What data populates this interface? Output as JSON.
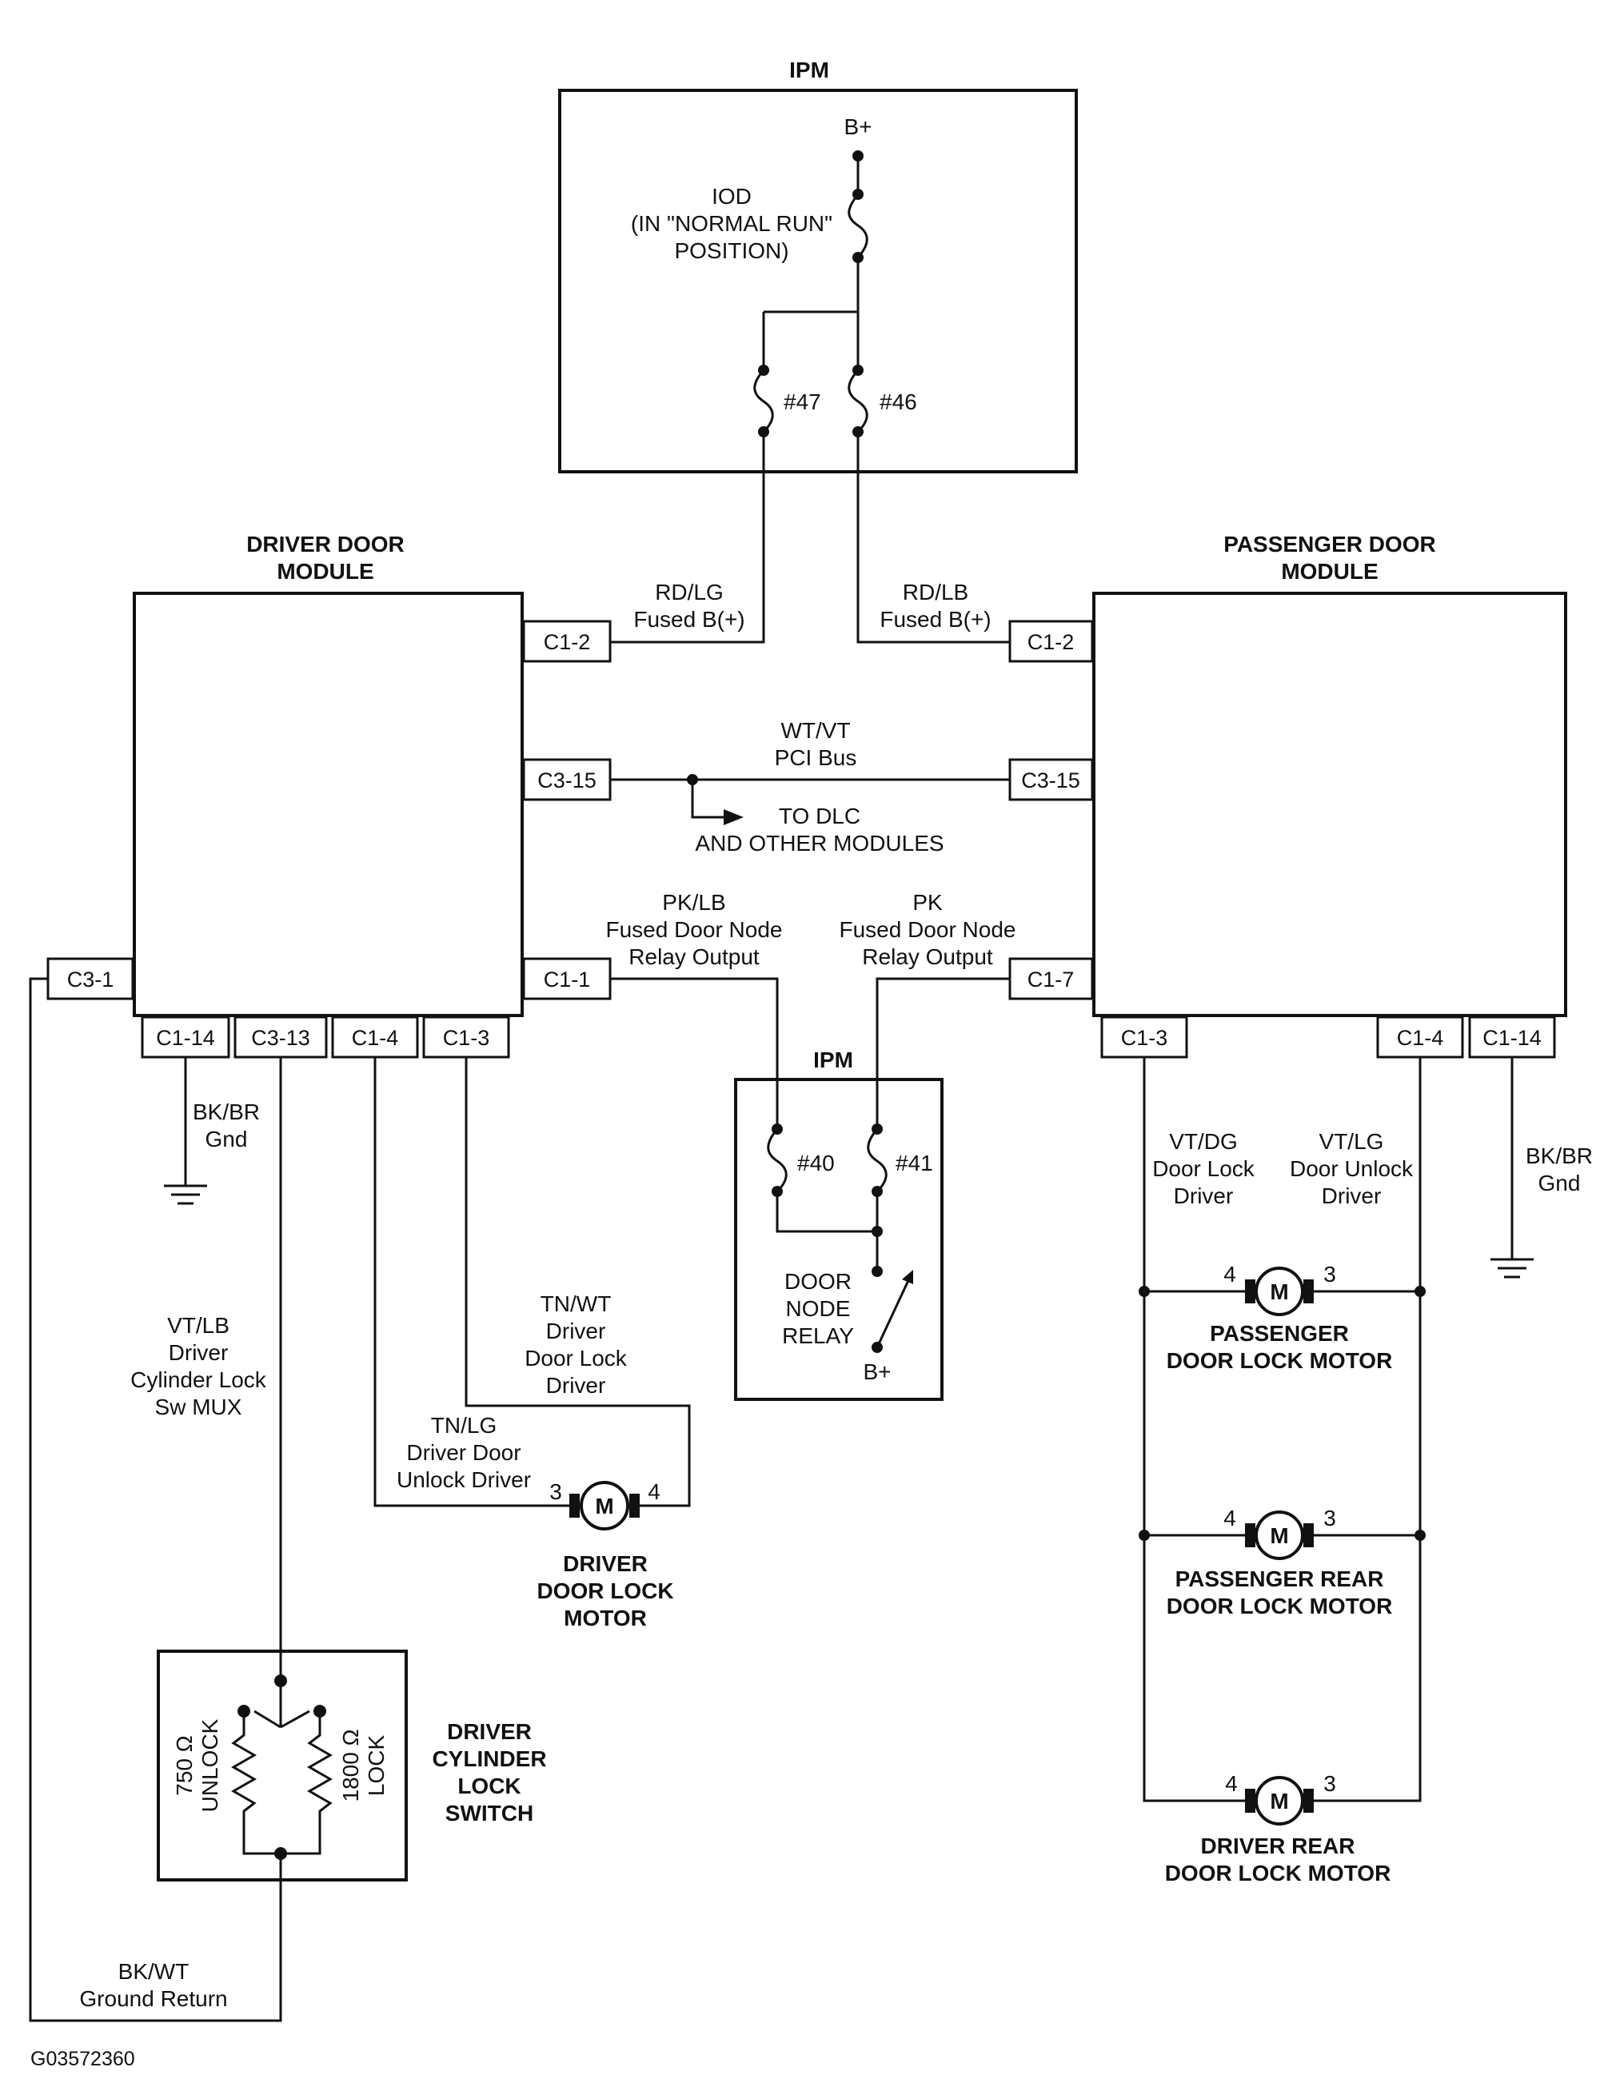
{
  "ipm_top": {
    "title": "IPM",
    "bplus": "B+",
    "iod": [
      "IOD",
      "(IN \"NORMAL RUN\"",
      "POSITION)"
    ],
    "fuse47": "#47",
    "fuse46": "#46"
  },
  "driver_module": {
    "title": [
      "DRIVER DOOR",
      "MODULE"
    ],
    "connectors": {
      "c1_2": "C1-2",
      "c3_15": "C3-15",
      "c1_1": "C1-1",
      "c3_1": "C3-1",
      "c1_14": "C1-14",
      "c3_13": "C3-13",
      "c1_4": "C1-4",
      "c1_3": "C1-3"
    }
  },
  "passenger_module": {
    "title": [
      "PASSENGER DOOR",
      "MODULE"
    ],
    "connectors": {
      "c1_2": "C1-2",
      "c3_15": "C3-15",
      "c1_7": "C1-7",
      "c1_3": "C1-3",
      "c1_4": "C1-4",
      "c1_14": "C1-14"
    }
  },
  "wires": {
    "rd_lg": [
      "RD/LG",
      "Fused B(+)"
    ],
    "rd_lb": [
      "RD/LB",
      "Fused B(+)"
    ],
    "pci": [
      "WT/VT",
      "PCI Bus"
    ],
    "to_dlc": [
      "TO DLC",
      "AND OTHER MODULES"
    ],
    "pk_lb": [
      "PK/LB",
      "Fused Door Node",
      "Relay Output"
    ],
    "pk": [
      "PK",
      "Fused Door Node",
      "Relay Output"
    ],
    "bk_br_left": [
      "BK/BR",
      "Gnd"
    ],
    "bk_br_right": [
      "BK/BR",
      "Gnd"
    ],
    "vt_lb": [
      "VT/LB",
      "Driver",
      "Cylinder Lock",
      "Sw MUX"
    ],
    "tn_lg": [
      "TN/LG",
      "Driver Door",
      "Unlock Driver"
    ],
    "tn_wt": [
      "TN/WT",
      "Driver",
      "Door Lock",
      "Driver"
    ],
    "vt_dg": [
      "VT/DG",
      "Door Lock",
      "Driver"
    ],
    "vt_lg": [
      "VT/LG",
      "Door Unlock",
      "Driver"
    ],
    "bk_wt": [
      "BK/WT",
      "Ground Return"
    ]
  },
  "ipm_mid": {
    "title": "IPM",
    "fuse40": "#40",
    "fuse41": "#41",
    "relay": [
      "DOOR",
      "NODE",
      "RELAY"
    ],
    "bplus": "B+"
  },
  "motors": {
    "symbol": "M",
    "driver": {
      "pin_left": "3",
      "pin_right": "4",
      "label": [
        "DRIVER",
        "DOOR LOCK",
        "MOTOR"
      ]
    },
    "passenger": {
      "pin_left": "4",
      "pin_right": "3",
      "label": [
        "PASSENGER",
        "DOOR LOCK MOTOR"
      ]
    },
    "passenger_rear": {
      "pin_left": "4",
      "pin_right": "3",
      "label": [
        "PASSENGER REAR",
        "DOOR LOCK MOTOR"
      ]
    },
    "driver_rear": {
      "pin_left": "4",
      "pin_right": "3",
      "label": [
        "DRIVER REAR",
        "DOOR LOCK MOTOR"
      ]
    }
  },
  "cylinder_switch": {
    "label": [
      "DRIVER",
      "CYLINDER",
      "LOCK",
      "SWITCH"
    ],
    "unlock": [
      "750 Ω",
      "UNLOCK"
    ],
    "lock": [
      "1800 Ω",
      "LOCK"
    ]
  },
  "figure_id": "G03572360"
}
